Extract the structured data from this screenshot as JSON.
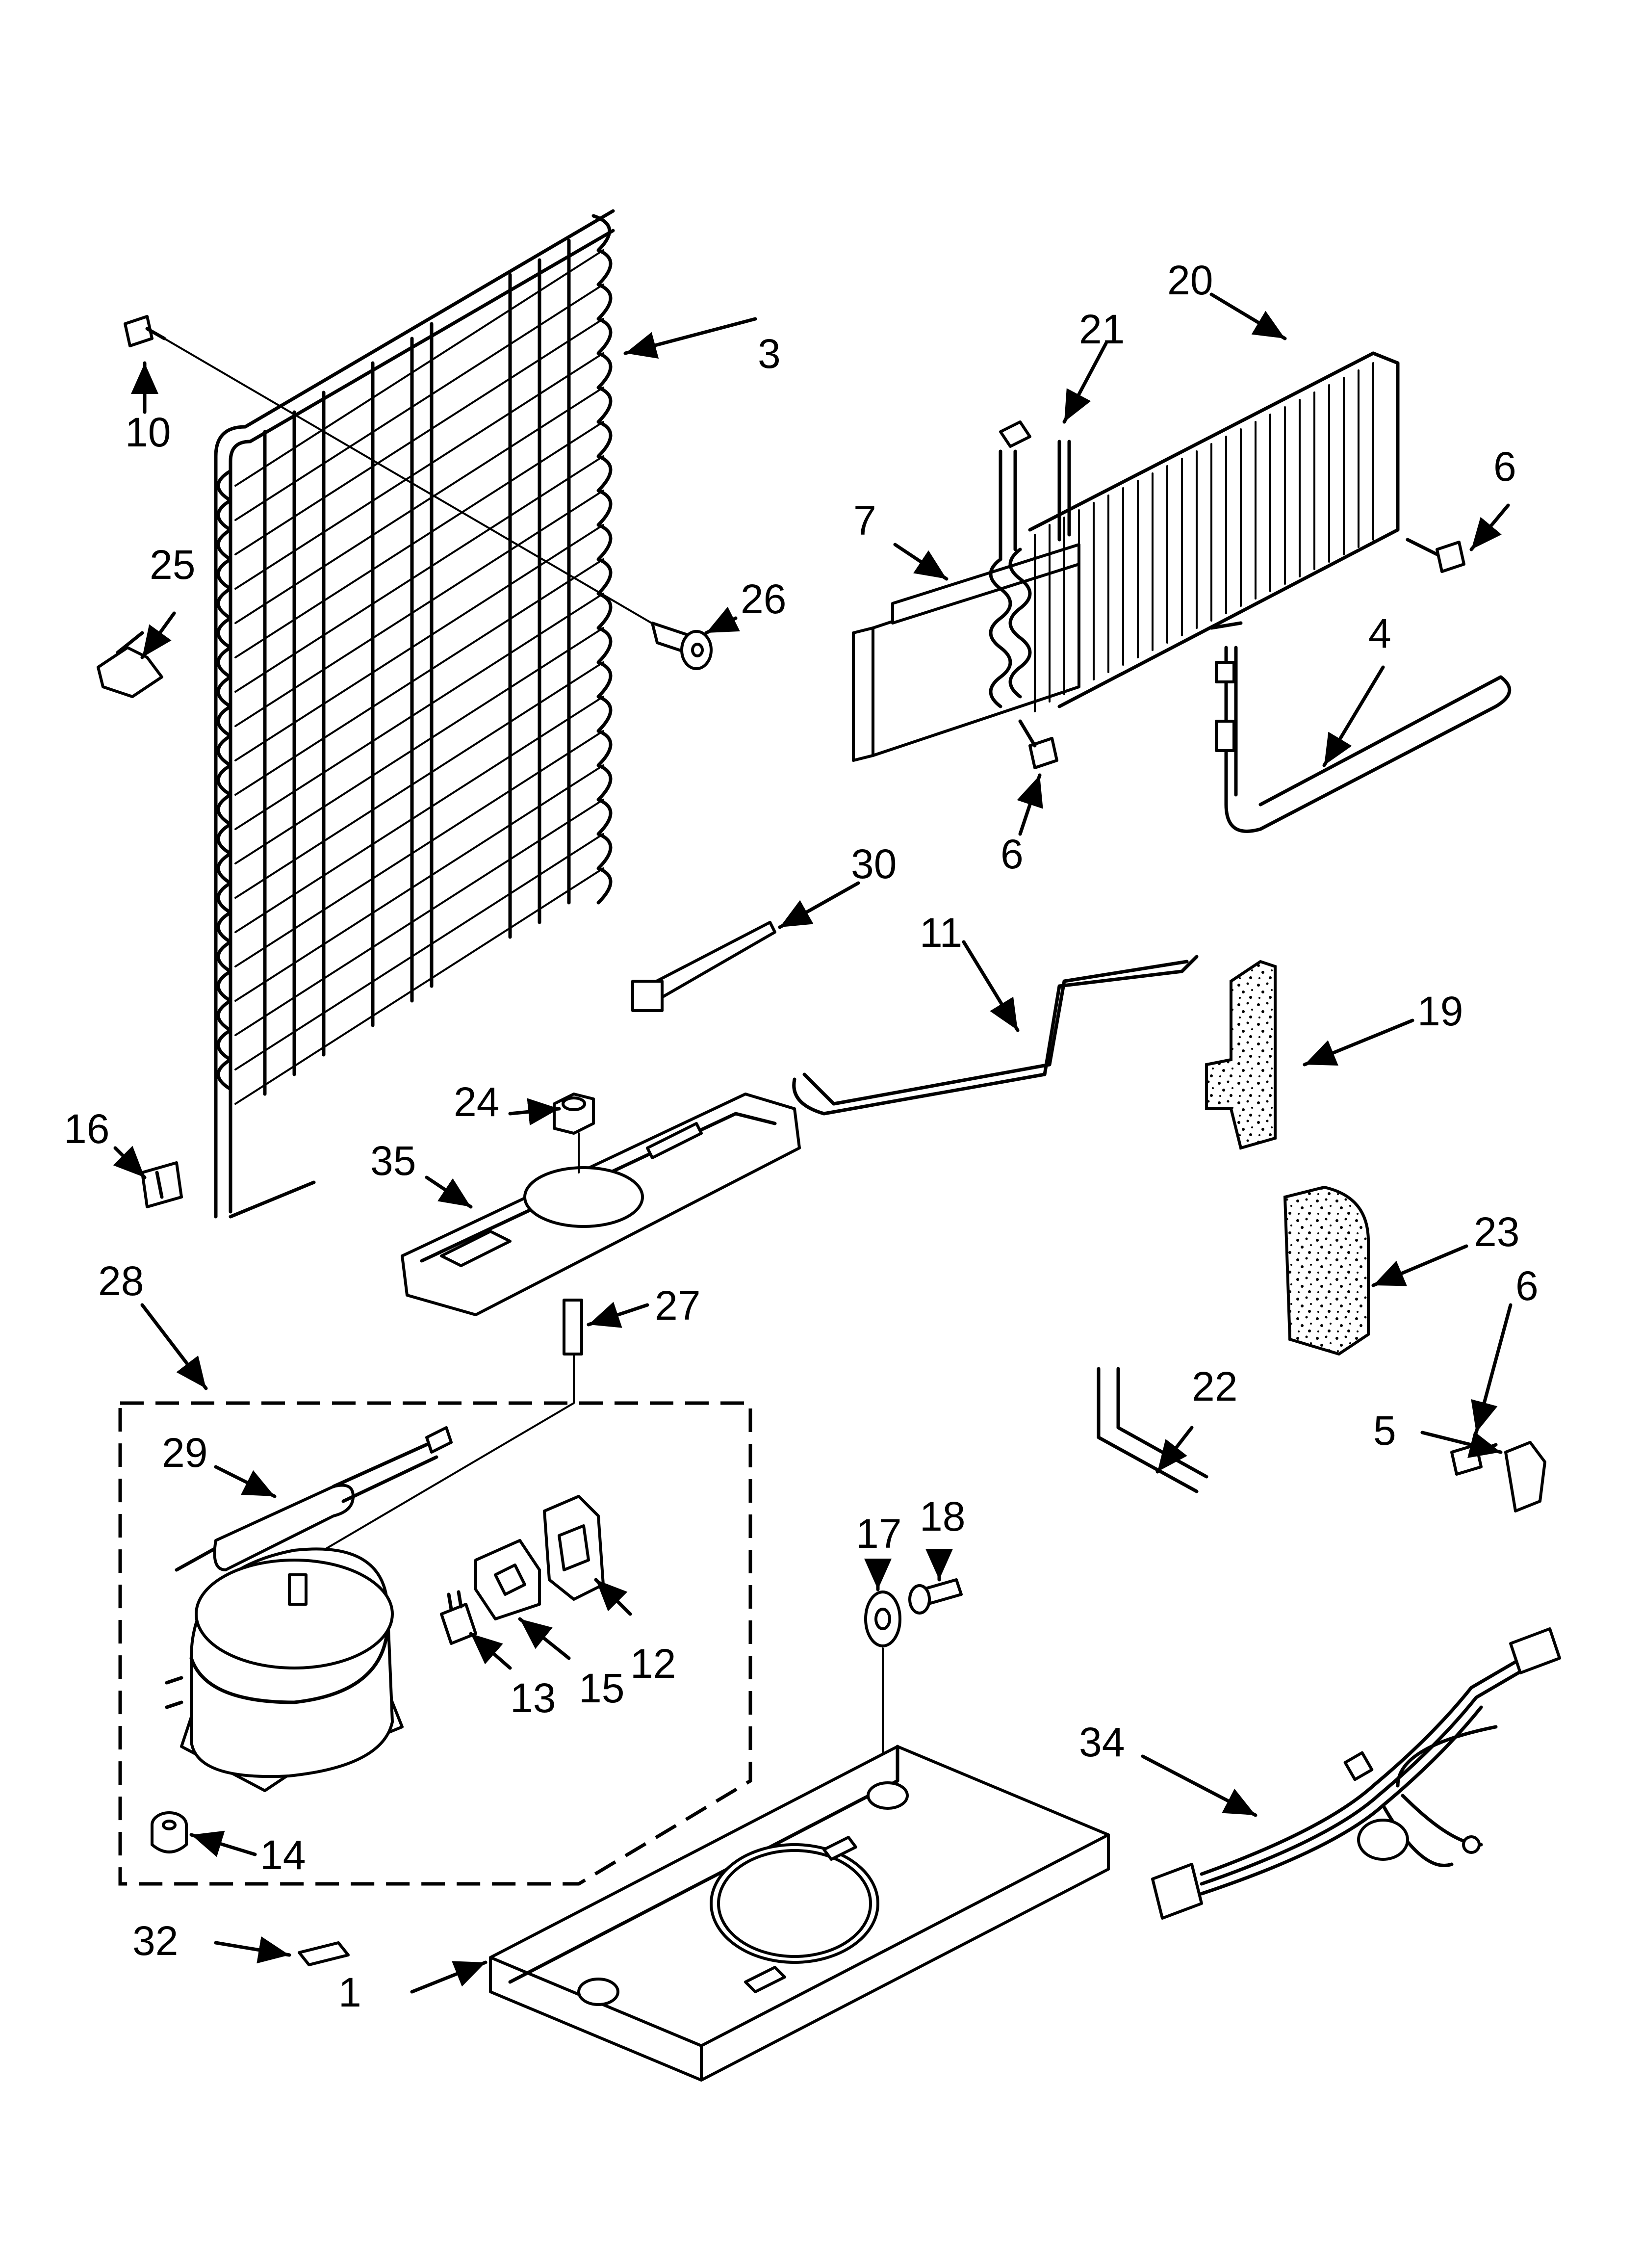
{
  "callouts": [
    {
      "id": "c1",
      "text": "1"
    },
    {
      "id": "c3",
      "text": "3"
    },
    {
      "id": "c4",
      "text": "4"
    },
    {
      "id": "c5",
      "text": "5"
    },
    {
      "id": "c6a",
      "text": "6"
    },
    {
      "id": "c6b",
      "text": "6"
    },
    {
      "id": "c6c",
      "text": "6"
    },
    {
      "id": "c7",
      "text": "7"
    },
    {
      "id": "c10",
      "text": "10"
    },
    {
      "id": "c11",
      "text": "11"
    },
    {
      "id": "c12",
      "text": "12"
    },
    {
      "id": "c13",
      "text": "13"
    },
    {
      "id": "c14",
      "text": "14"
    },
    {
      "id": "c15",
      "text": "15"
    },
    {
      "id": "c16",
      "text": "16"
    },
    {
      "id": "c17",
      "text": "17"
    },
    {
      "id": "c18",
      "text": "18"
    },
    {
      "id": "c19",
      "text": "19"
    },
    {
      "id": "c20",
      "text": "20"
    },
    {
      "id": "c21",
      "text": "21"
    },
    {
      "id": "c22",
      "text": "22"
    },
    {
      "id": "c23",
      "text": "23"
    },
    {
      "id": "c24",
      "text": "24"
    },
    {
      "id": "c25",
      "text": "25"
    },
    {
      "id": "c26",
      "text": "26"
    },
    {
      "id": "c27",
      "text": "27"
    },
    {
      "id": "c28",
      "text": "28"
    },
    {
      "id": "c29",
      "text": "29"
    },
    {
      "id": "c30",
      "text": "30"
    },
    {
      "id": "c32",
      "text": "32"
    },
    {
      "id": "c34",
      "text": "34"
    },
    {
      "id": "c35",
      "text": "35"
    }
  ]
}
